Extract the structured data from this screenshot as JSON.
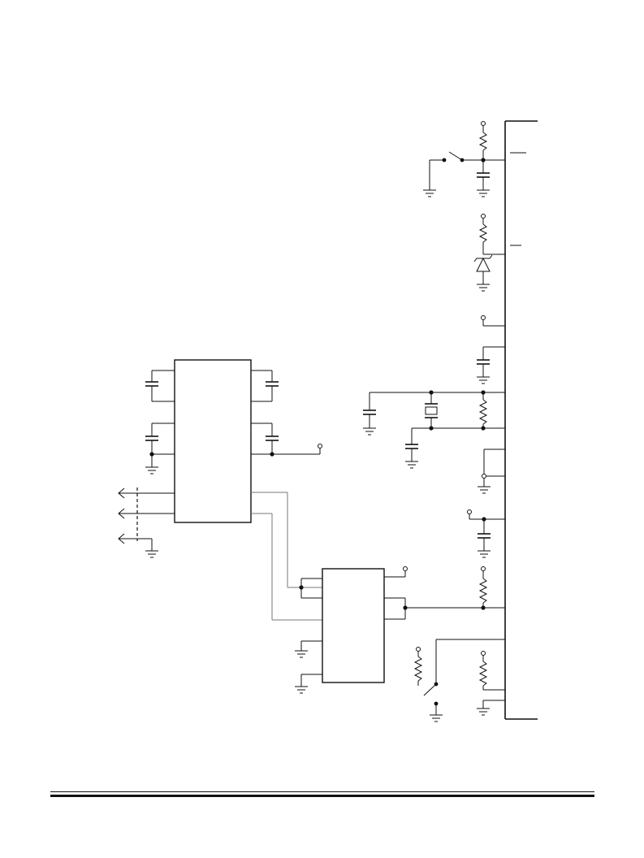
{
  "page": {
    "background": "#ffffff",
    "ink": "#111111"
  },
  "diagram": {
    "kind": "circuit-schematic",
    "elements": [
      "microcontroller-ic",
      "interface-ic-upper",
      "transceiver-ic-lower",
      "crystal",
      "zener-diode",
      "resistors",
      "capacitors",
      "pushbutton-switches",
      "ground-symbols",
      "bus-output-arrows"
    ]
  }
}
